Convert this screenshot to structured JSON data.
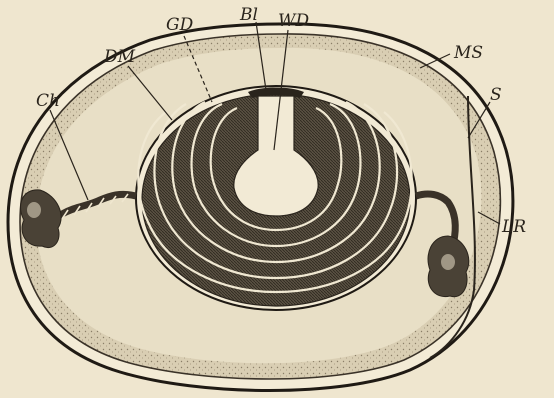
{
  "labels": {
    "ch": "Ch",
    "dm": "DM",
    "gd": "GD",
    "bl": "Bl",
    "wd": "WD",
    "ms": "MS",
    "s": "S",
    "lr": "LR"
  },
  "colors": {
    "paper": "#efe6cf",
    "ink": "#2a241c",
    "albumen_tone": "#d9ceb3",
    "yolk_dark": "#4a4236",
    "white_yolk": "#efe6cf"
  }
}
